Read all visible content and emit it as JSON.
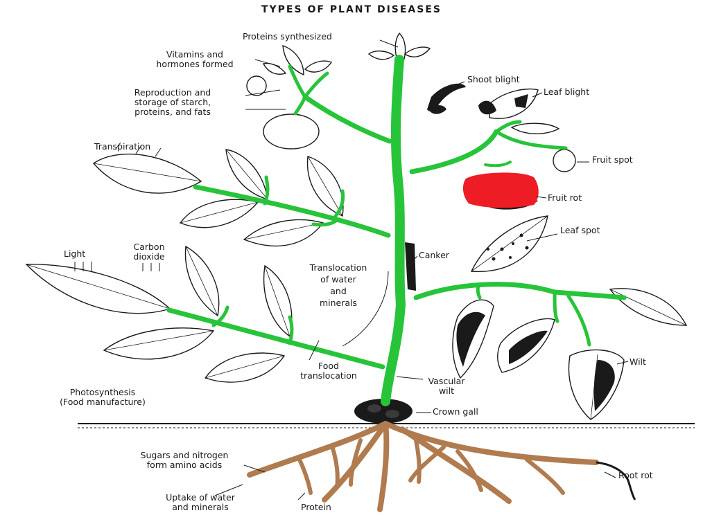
{
  "title": "TYPES OF PLANT DISEASES",
  "colors": {
    "stem": "#27c43a",
    "root": "#b07b4f",
    "fruit": "#ee1c25",
    "ink": "#1a1a1a"
  },
  "labels": {
    "proteins": "Proteins synthesized",
    "vitamins_1": "Vitamins and",
    "vitamins_2": "hormones formed",
    "repro_1": "Reproduction and",
    "repro_2": "storage of starch,",
    "repro_3": "proteins, and fats",
    "transpiration": "Transpiration",
    "light": "Light",
    "carbon_1": "Carbon",
    "carbon_2": "dioxide",
    "photo_1": "Photosynthesis",
    "photo_2": "(Food manufacture)",
    "transloc_1": "Translocation",
    "transloc_2": "of water",
    "transloc_3": "and",
    "transloc_4": "minerals",
    "food_1": "Food",
    "food_2": "translocation",
    "sugars_1": "Sugars and nitrogen",
    "sugars_2": "form amino acids",
    "uptake_1": "Uptake of water",
    "uptake_2": "and minerals",
    "protein": "Protein",
    "shoot_blight": "Shoot blight",
    "leaf_blight": "Leaf blight",
    "fruit_spot": "Fruit spot",
    "fruit_rot": "Fruit rot",
    "leaf_spot": "Leaf spot",
    "canker": "Canker",
    "wilt": "Wilt",
    "vascular_1": "Vascular",
    "vascular_2": "wilt",
    "crown_gall": "Crown gall",
    "root_rot": "Root rot"
  }
}
